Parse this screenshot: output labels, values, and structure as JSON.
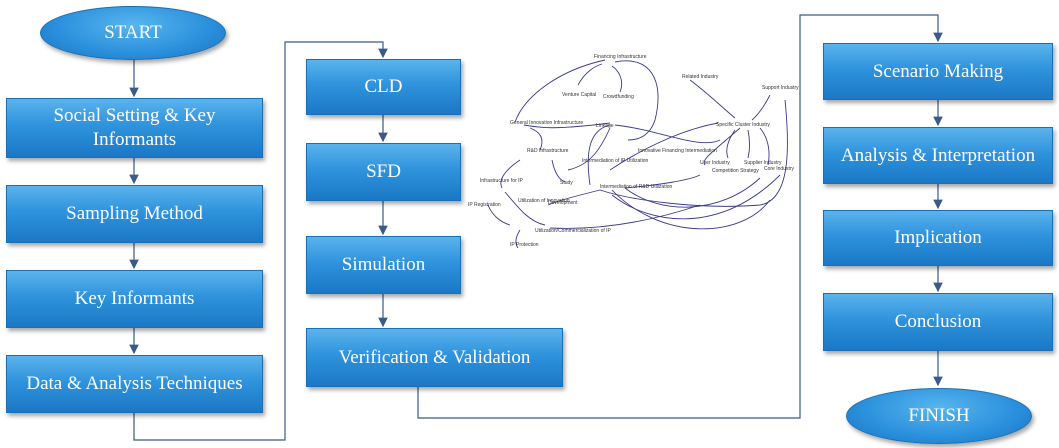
{
  "colors": {
    "box_fill": "#2f93dd",
    "box_border": "#1b6fb5",
    "arrow": "#3a5a8a",
    "cld_link": "#3a3a8c"
  },
  "flow": {
    "start": "START",
    "finish": "FINISH",
    "col1": [
      "Social Setting & Key Informants",
      "Sampling Method",
      "Key Informants",
      "Data & Analysis Techniques"
    ],
    "col2": [
      "CLD",
      "SFD",
      "Simulation",
      "Verification & Validation"
    ],
    "col3": [
      "Scenario Making",
      "Analysis & Interpretation",
      "Implication",
      "Conclusion"
    ]
  },
  "cld": {
    "variables": [
      "Financing Infrastructure",
      "Venture Capital",
      "Crowdfunding",
      "General Innovation Infrastructure",
      "R&D Infrastructure",
      "Linkage",
      "Innovative Financing Intermediation",
      "Related Industry",
      "Specific Cluster Industry",
      "Support Industry",
      "Intermediation of IP Utilization",
      "Intermediation of R&D Utilization",
      "Infrastructure for IP",
      "Study",
      "Development",
      "Utilization of Innovation",
      "User Industry",
      "Competition Strategy",
      "Supplier Industry",
      "Core Industry",
      "IP Registration",
      "IP Protection",
      "Utilization/Commercialization of IP"
    ]
  }
}
